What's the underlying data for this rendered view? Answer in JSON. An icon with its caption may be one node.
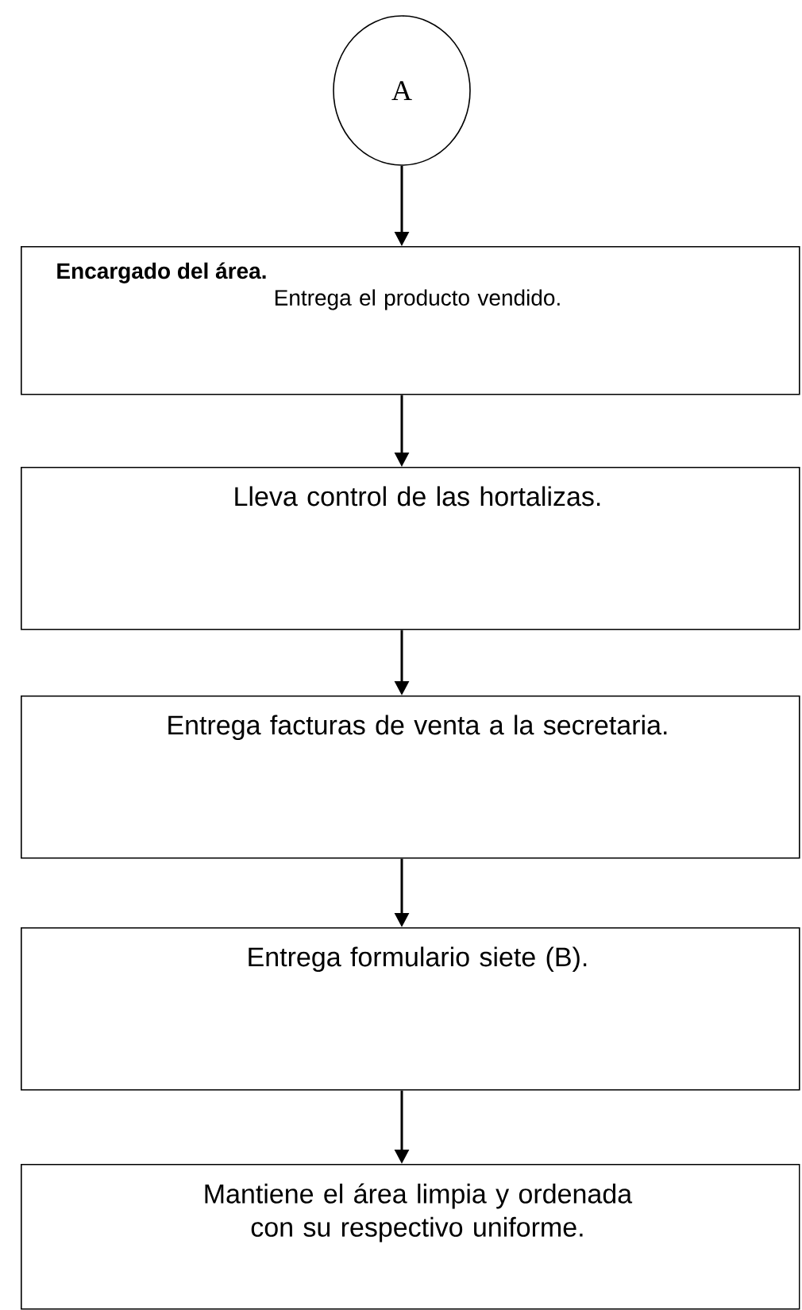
{
  "diagram": {
    "nodes": [
      {
        "text": [
          "A"
        ]
      },
      {
        "text": [
          "Encargado del área.",
          "Entrega el producto vendido."
        ]
      },
      {
        "text": [
          "Lleva control de las hortalizas."
        ]
      },
      {
        "text": [
          "Entrega facturas de venta a la secretaria."
        ]
      },
      {
        "text": [
          "Entrega formulario siete (B)."
        ]
      },
      {
        "text": [
          "Mantiene el área limpia y ordenada con su respectivo uniforme."
        ]
      }
    ],
    "edges": [
      {
        "from": 0,
        "to": 1,
        "arrow": "to"
      },
      {
        "from": 1,
        "to": 2,
        "arrow": "to"
      },
      {
        "from": 2,
        "to": 3,
        "arrow": "to"
      },
      {
        "from": 3,
        "to": 4,
        "arrow": "to"
      },
      {
        "from": 4,
        "to": 5,
        "arrow": "to"
      }
    ]
  }
}
